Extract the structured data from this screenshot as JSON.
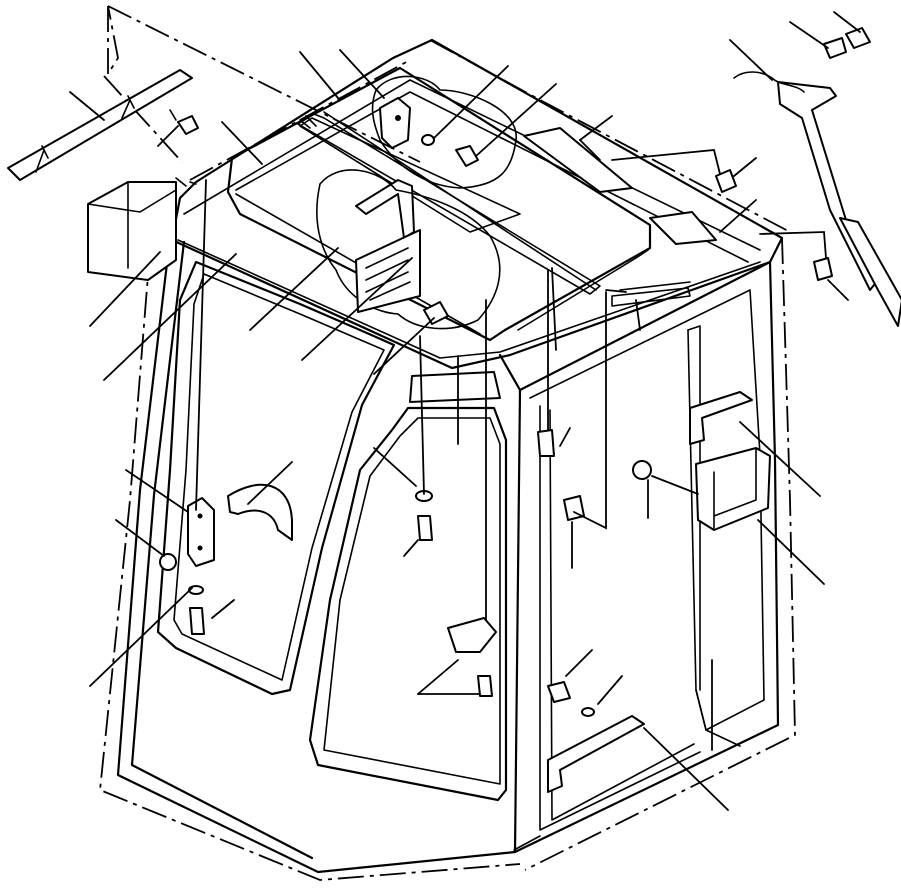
{
  "figure": {
    "kind": "exploded parts diagram",
    "subject": "operator cab",
    "line_color": "#000000",
    "background_color": "#ffffff",
    "leader_count": 44,
    "callout_labels": []
  }
}
